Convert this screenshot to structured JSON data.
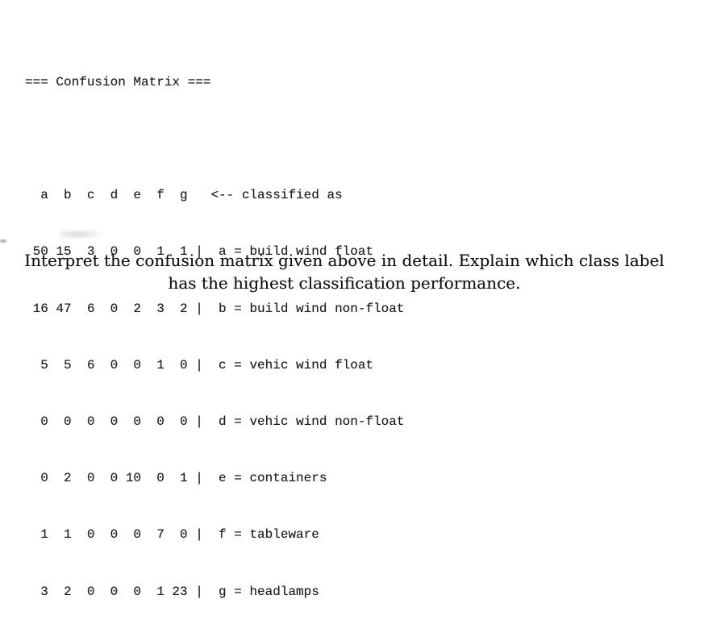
{
  "matrix": {
    "lines": [
      "=== Confusion Matrix ===",
      "",
      "  a  b  c  d  e  f  g   <-- classified as",
      " 50 15  3  0  0  1  1 |  a = build wind float",
      " 16 47  6  0  2  3  2 |  b = build wind non-float",
      "  5  5  6  0  0  1  0 |  c = vehic wind float",
      "  0  0  0  0  0  0  0 |  d = vehic wind non-float",
      "  0  2  0  0 10  0  1 |  e = containers",
      "  1  1  0  0  0  7  0 |  f = tableware",
      "  3  2  0  0  0  1 23 |  g = headlamps"
    ],
    "title": "=== Confusion Matrix ===",
    "column_keys": [
      "a",
      "b",
      "c",
      "d",
      "e",
      "f",
      "g"
    ],
    "classified_as_note": "<-- classified as",
    "values": [
      [
        50,
        15,
        3,
        0,
        0,
        1,
        1
      ],
      [
        16,
        47,
        6,
        0,
        2,
        3,
        2
      ],
      [
        5,
        5,
        6,
        0,
        0,
        1,
        0
      ],
      [
        0,
        0,
        0,
        0,
        0,
        0,
        0
      ],
      [
        0,
        2,
        0,
        0,
        10,
        0,
        1
      ],
      [
        1,
        1,
        0,
        0,
        0,
        7,
        0
      ],
      [
        3,
        2,
        0,
        0,
        0,
        1,
        23
      ]
    ],
    "classes": [
      {
        "key": "a",
        "label": "build wind float"
      },
      {
        "key": "b",
        "label": "build wind non-float"
      },
      {
        "key": "c",
        "label": "vehic wind float"
      },
      {
        "key": "d",
        "label": "vehic wind non-float"
      },
      {
        "key": "e",
        "label": "containers"
      },
      {
        "key": "f",
        "label": "tableware"
      },
      {
        "key": "g",
        "label": "headlamps"
      }
    ]
  },
  "question": {
    "line1": "Interpret the confusion matrix given above in detail. Explain which class label",
    "line2": "has the highest classification performance."
  },
  "colors": {
    "background": "#ffffff",
    "matrix_text": "#1d1d1d",
    "question_text": "#101010",
    "smudge": "#b5b5b5"
  }
}
